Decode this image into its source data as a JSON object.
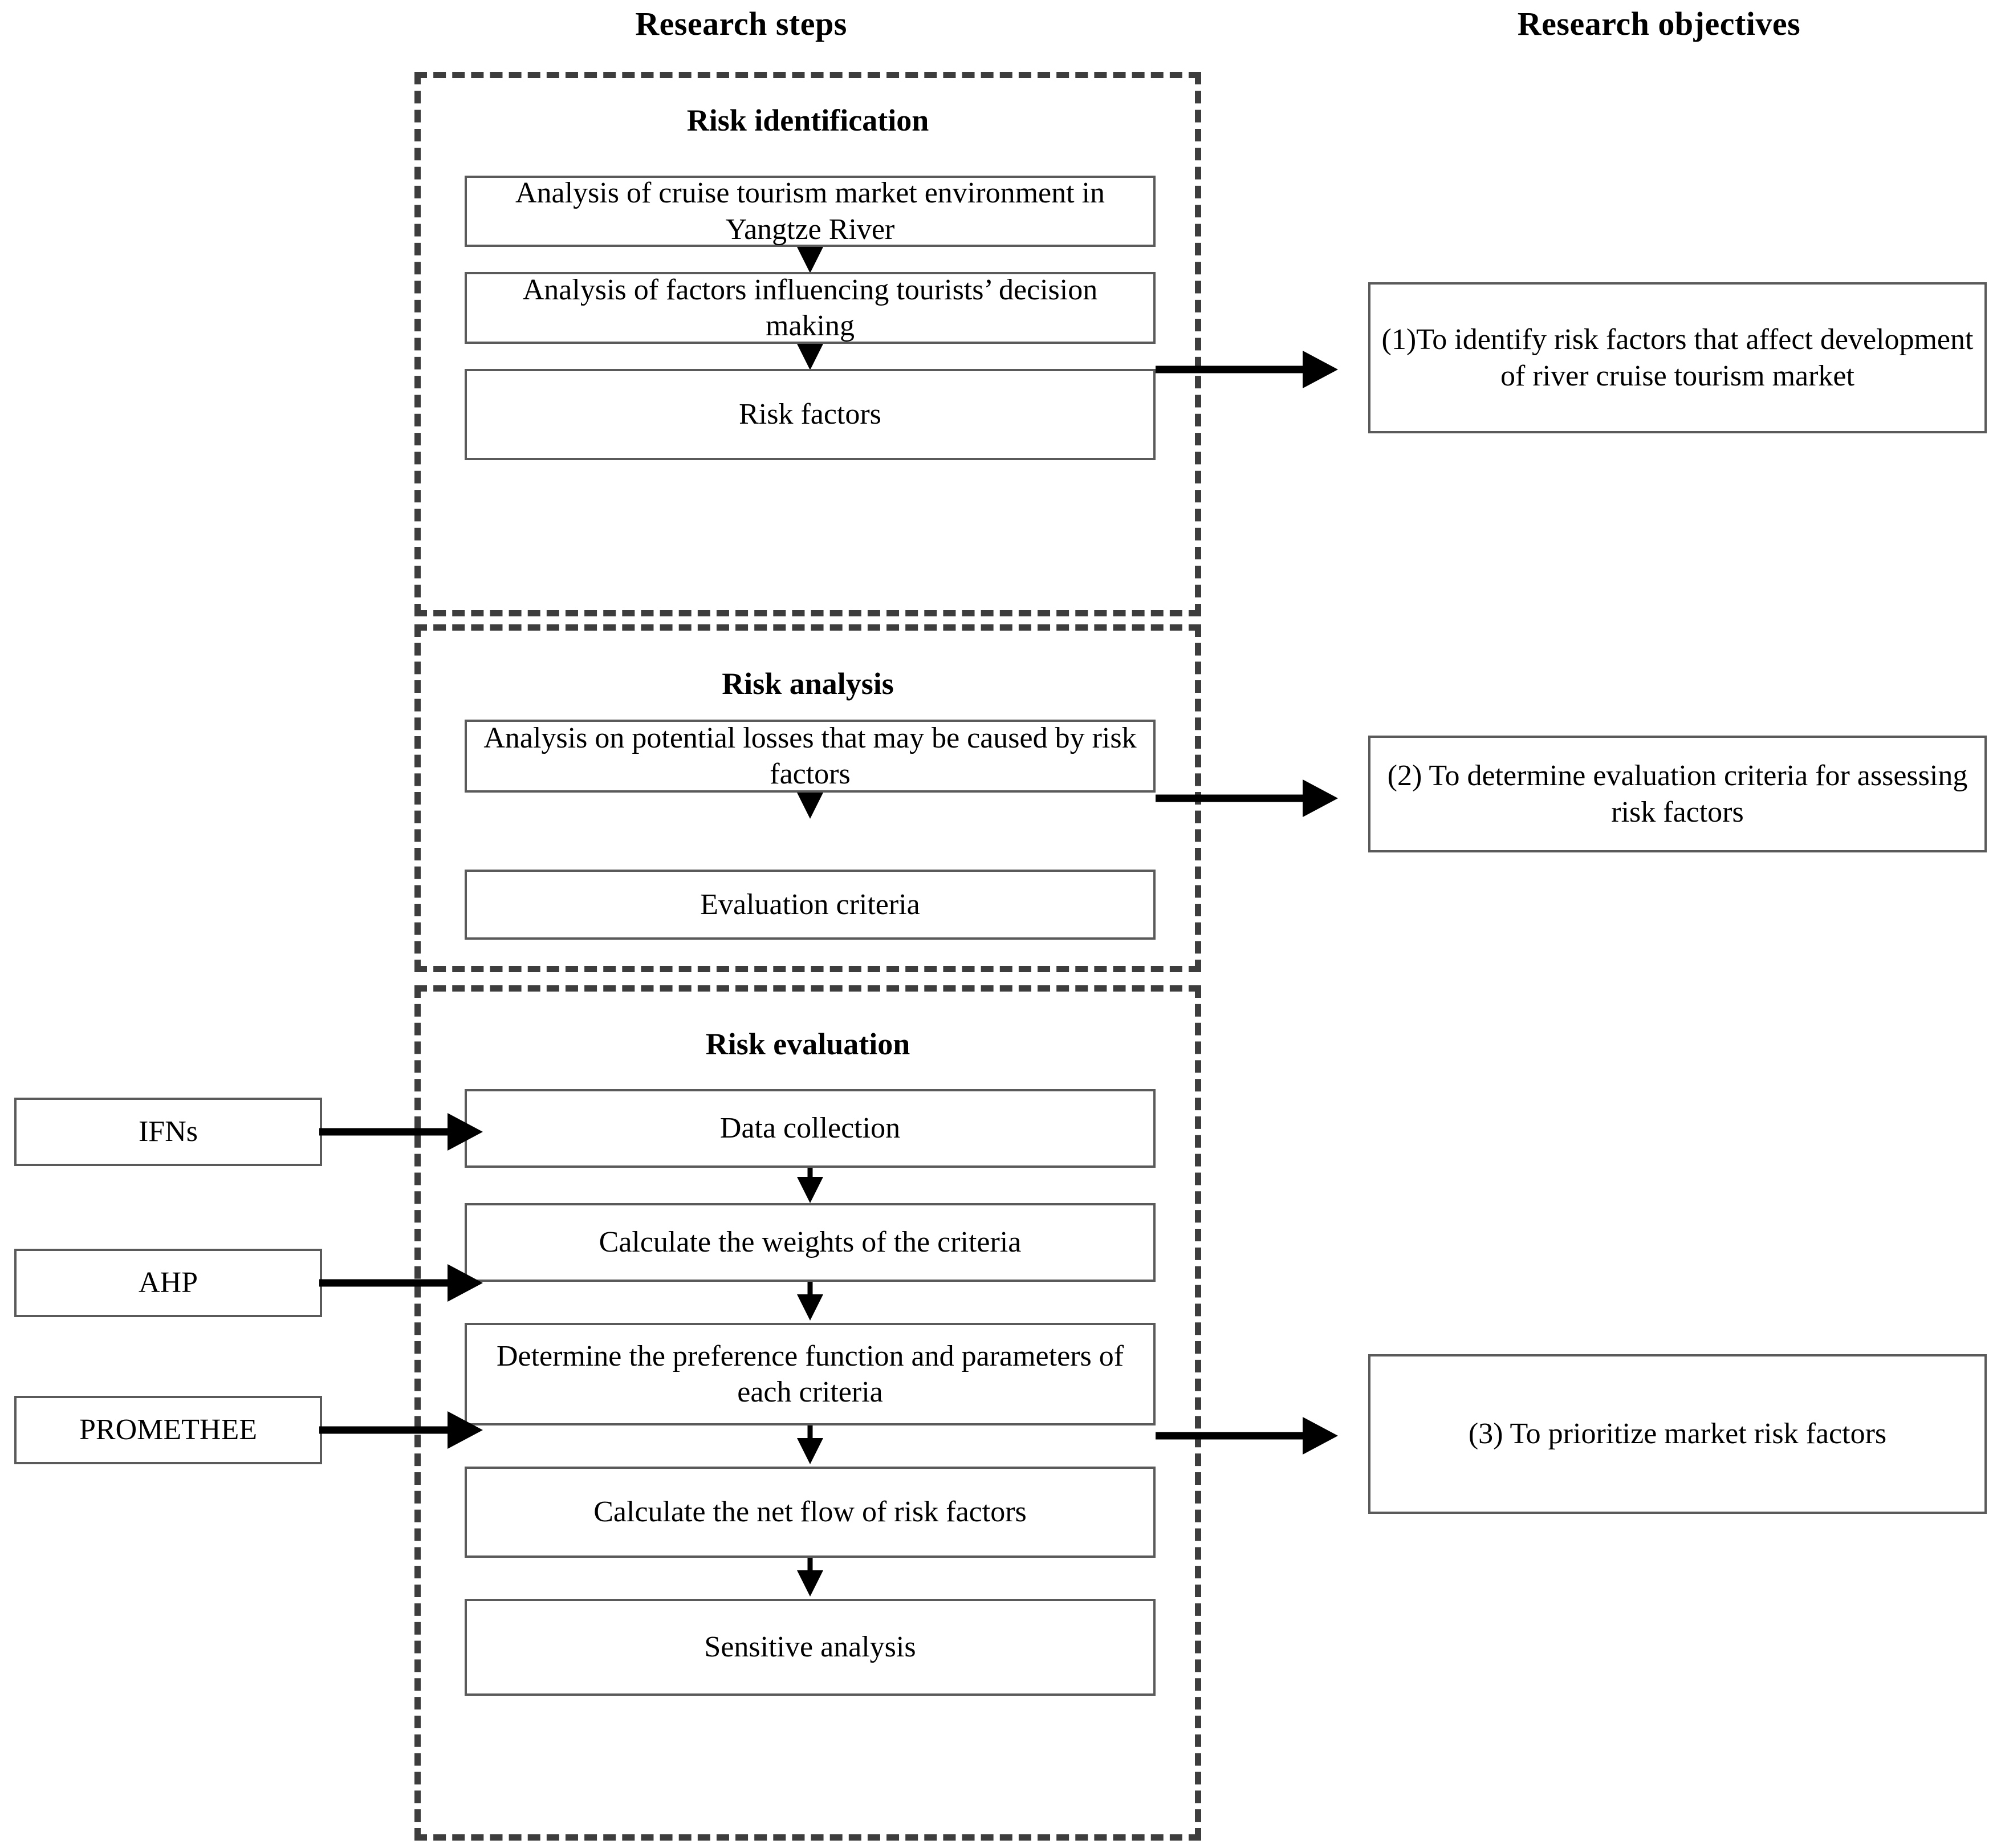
{
  "headers": {
    "research_steps": "Research steps",
    "research_objectives": "Research objectives"
  },
  "colors": {
    "stage_border": "#3d3d3d",
    "node_border": "#5a5a5a",
    "arrow": "#000000",
    "background": "#ffffff",
    "text": "#000000"
  },
  "stages": [
    {
      "id": "risk-identification",
      "title": "Risk identification",
      "nodes": [
        {
          "id": "market-environment",
          "text": "Analysis of cruise tourism market environment in Yangtze River"
        },
        {
          "id": "decision-factors",
          "text": "Analysis of factors influencing tourists’  decision making"
        },
        {
          "id": "risk-factors",
          "text": "Risk factors"
        }
      ]
    },
    {
      "id": "risk-analysis",
      "title": "Risk analysis",
      "nodes": [
        {
          "id": "potential-losses",
          "text": "Analysis on potential losses that may be caused by risk factors"
        },
        {
          "id": "evaluation-criteria",
          "text": "Evaluation criteria"
        }
      ]
    },
    {
      "id": "risk-evaluation",
      "title": "Risk evaluation",
      "nodes": [
        {
          "id": "data-collection",
          "text": "Data collection"
        },
        {
          "id": "calculate-weights",
          "text": "Calculate the weights of the criteria"
        },
        {
          "id": "preference-function",
          "text": "Determine the preference function and parameters of each criteria"
        },
        {
          "id": "net-flow",
          "text": "Calculate the net flow of risk factors"
        },
        {
          "id": "sensitive-analysis",
          "text": "Sensitive analysis"
        }
      ]
    }
  ],
  "methods": [
    {
      "id": "ifns",
      "label": "IFNs"
    },
    {
      "id": "ahp",
      "label": "AHP"
    },
    {
      "id": "promethee",
      "label": "PROMETHEE"
    }
  ],
  "objectives": [
    {
      "id": "objective-1",
      "text": "(1)To identify risk factors that affect development of river cruise tourism market"
    },
    {
      "id": "objective-2",
      "text": "(2) To determine evaluation criteria for assessing risk factors"
    },
    {
      "id": "objective-3",
      "text": "(3) To prioritize market risk factors"
    }
  ]
}
